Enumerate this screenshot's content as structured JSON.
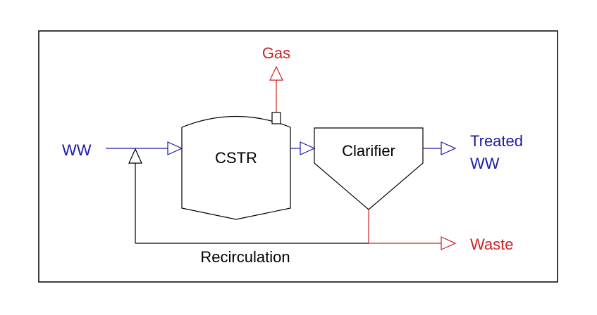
{
  "labels": {
    "ww": "WW",
    "cstr": "CSTR",
    "clarifier": "Clarifier",
    "treated_line1": "Treated",
    "treated_line2": "WW",
    "gas": "Gas",
    "waste": "Waste",
    "recirculation": "Recirculation"
  },
  "colors": {
    "frame": "#000000",
    "equipment": "#000000",
    "inflow": "#1a1aa6",
    "gas": "#cc2222",
    "waste": "#cc2222",
    "recirculation": "#000000"
  }
}
